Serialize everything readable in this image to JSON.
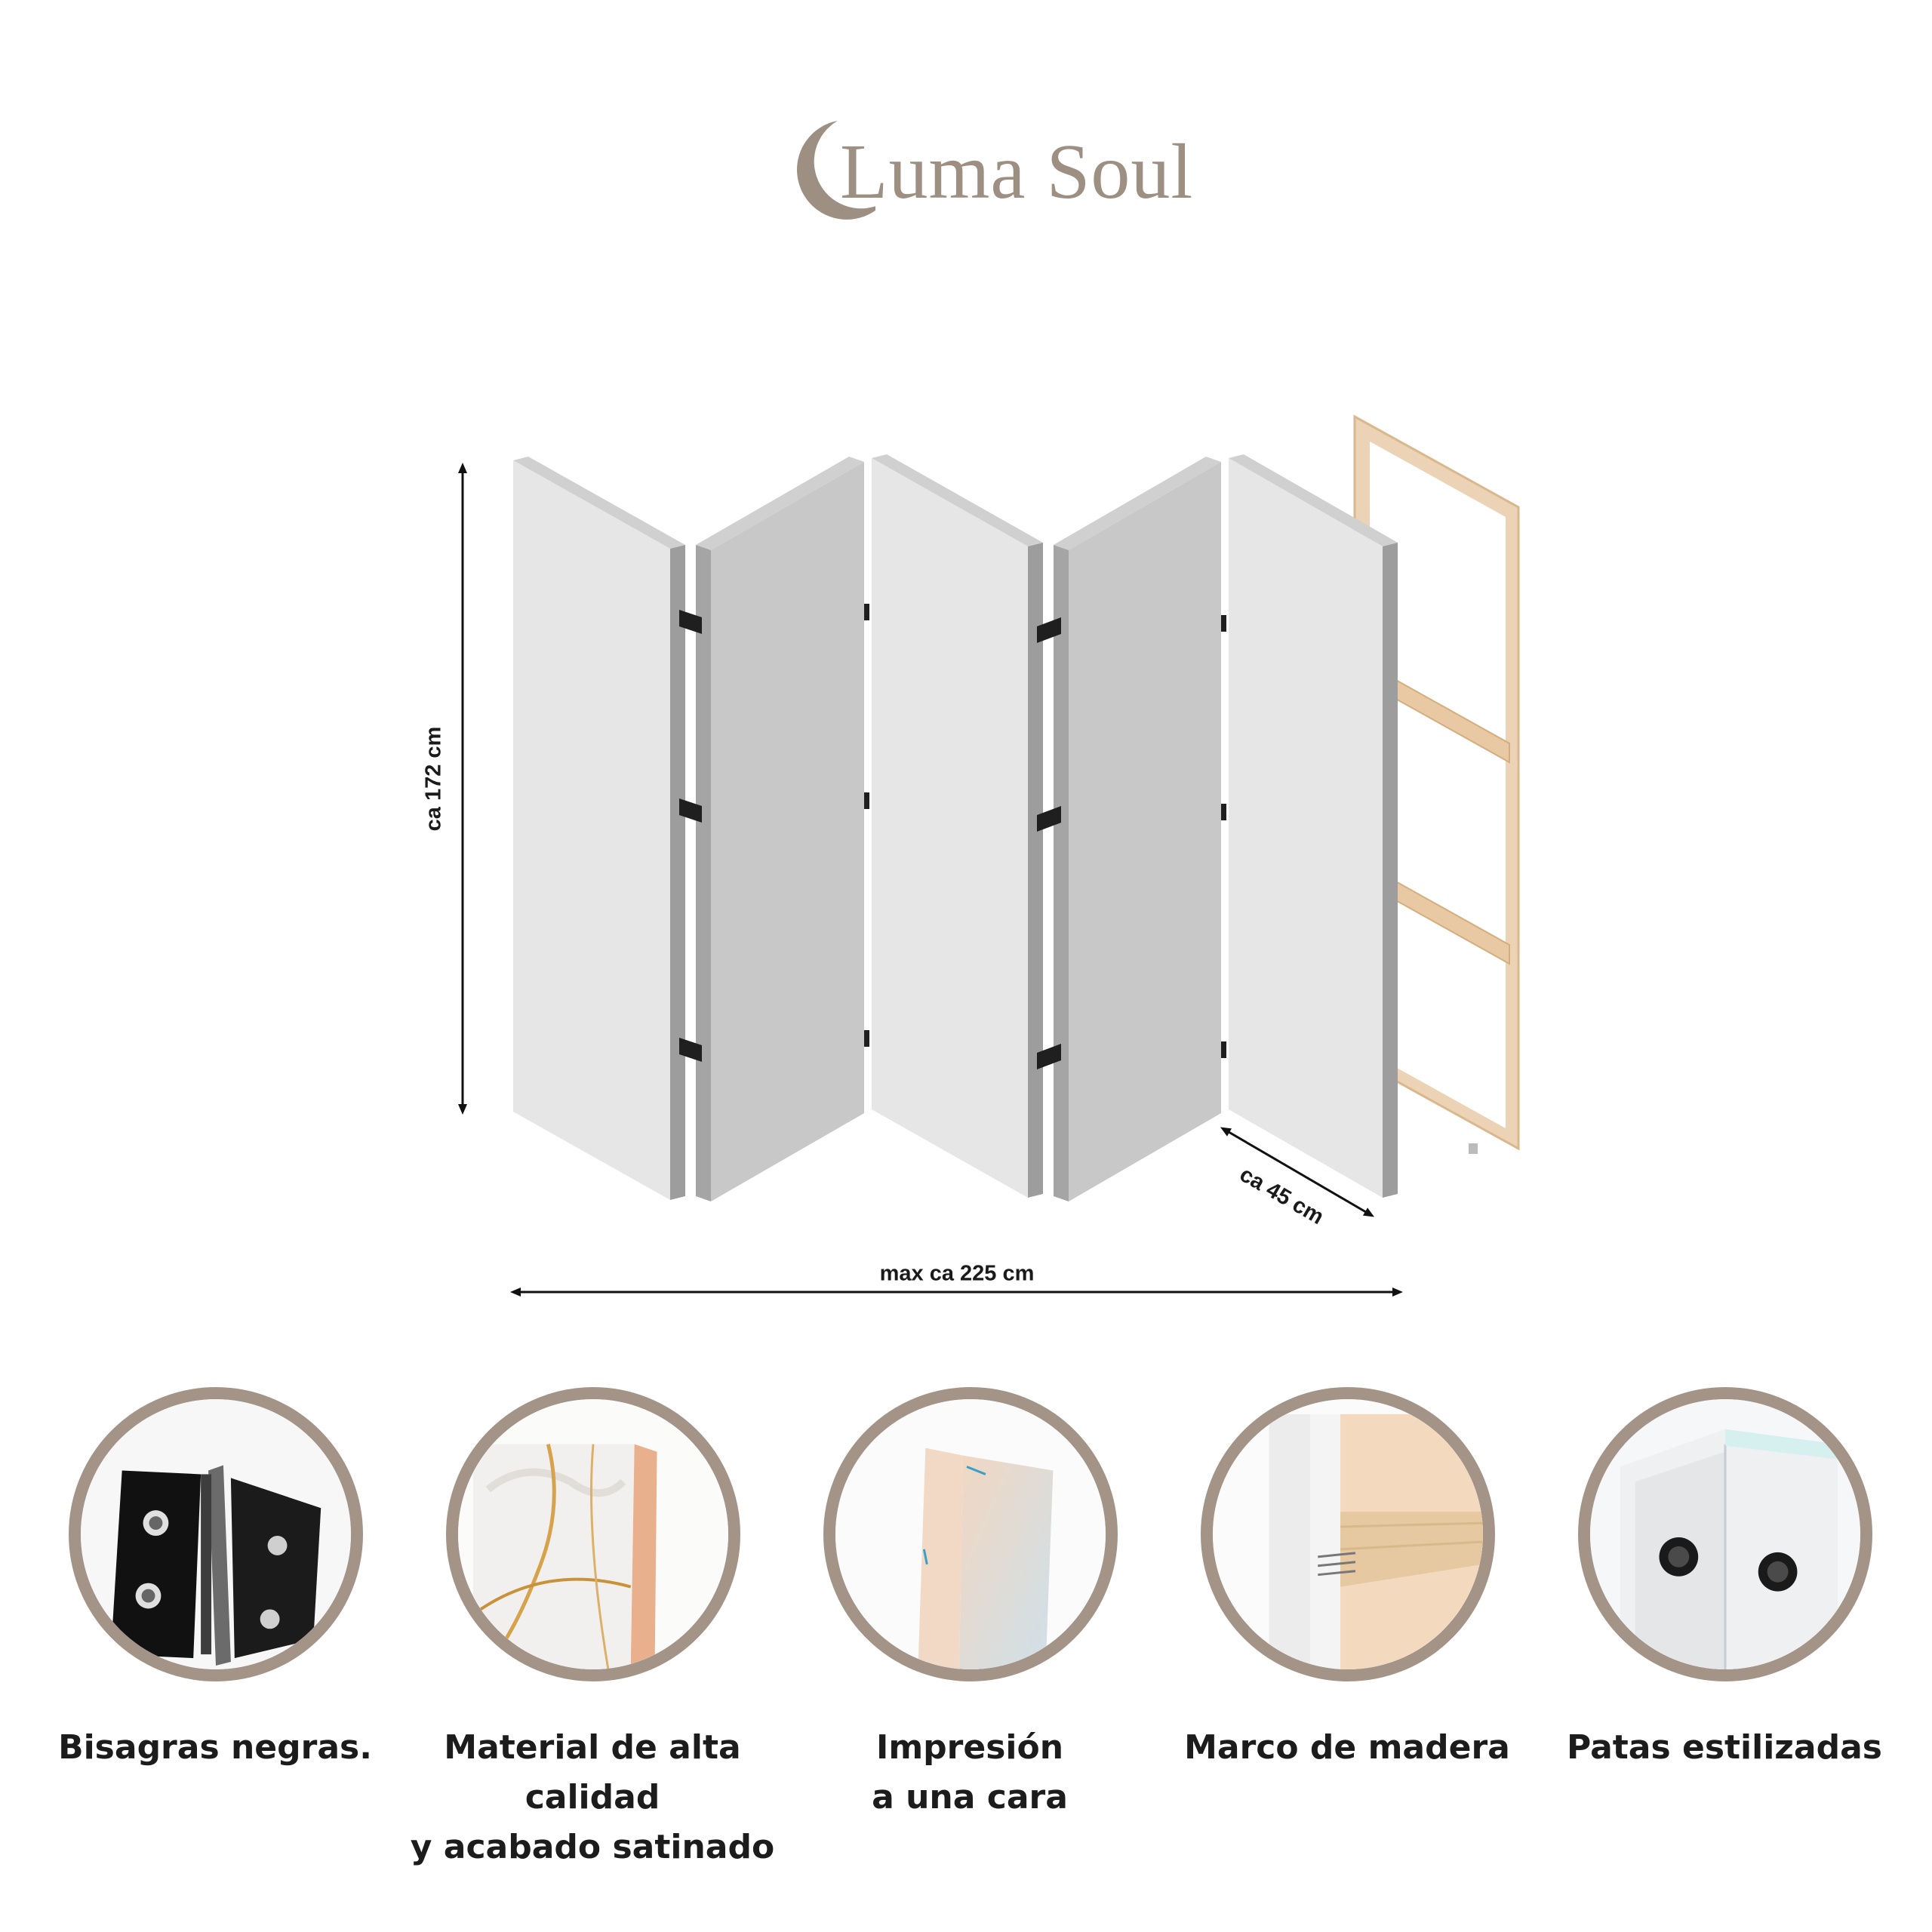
{
  "brand": {
    "name": "Luma Soul",
    "color": "#9e8f83"
  },
  "dimensions": {
    "height": "ca 172 cm",
    "depth": "ca 45 cm",
    "width": "max ca 225 cm"
  },
  "colors": {
    "ring": "#a39487",
    "panel_face": "#e6e6e6",
    "panel_side": "#a9a9a9",
    "wood": "#e9c9a3"
  },
  "features": [
    {
      "icon": "hinge-closeup-icon",
      "label": "Bisagras negras."
    },
    {
      "icon": "canvas-material-closeup-icon",
      "label": "Material de alta calidad\ny acabado satinado"
    },
    {
      "icon": "print-edge-closeup-icon",
      "label": "Impresión\na una cara"
    },
    {
      "icon": "wooden-frame-closeup-icon",
      "label": "Marco de madera"
    },
    {
      "icon": "stylish-feet-closeup-icon",
      "label": "Patas estilizadas"
    }
  ]
}
